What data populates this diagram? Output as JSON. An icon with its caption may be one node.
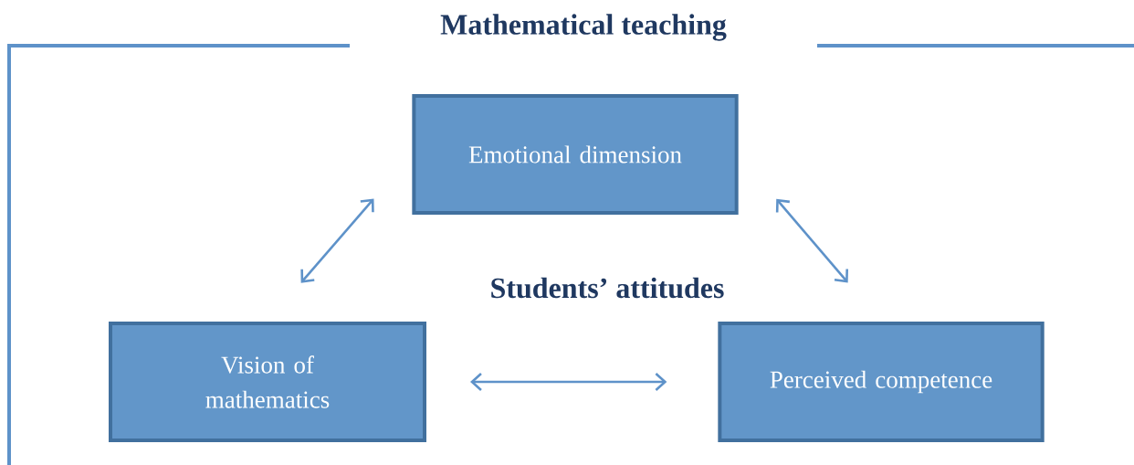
{
  "diagram": {
    "nodes": [
      {
        "text": [
          "Mathematical teaching"
        ]
      },
      {
        "text": [
          "Emotional dimension"
        ],
        "in": 0
      },
      {
        "text": [
          "Vision of mathematics"
        ],
        "in": 0
      },
      {
        "text": [
          "Perceived competence"
        ],
        "in": 0
      }
    ],
    "edges": [
      {
        "from": 1,
        "to": 2,
        "arrow": "both"
      },
      {
        "from": 1,
        "to": 3,
        "arrow": "both"
      },
      {
        "from": 2,
        "to": 3,
        "arrow": "both"
      }
    ],
    "labels": [
      "Students’ attitudes"
    ]
  }
}
